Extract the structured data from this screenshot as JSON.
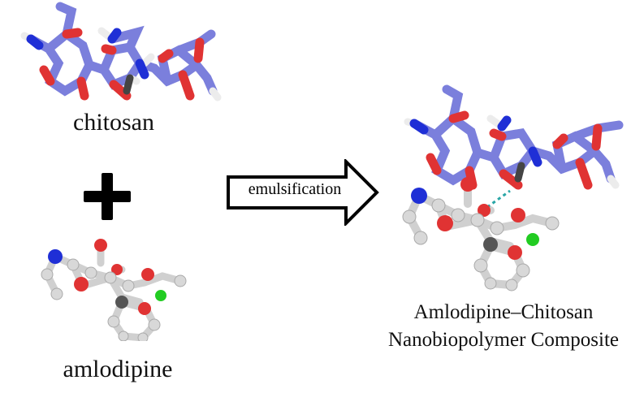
{
  "reactants": {
    "chitosan_label": "chitosan",
    "amlodipine_label": "amlodipine",
    "plus_icon": "plus-icon"
  },
  "process": {
    "arrow_label": "emulsification",
    "arrow_icon": "block-arrow-right-icon"
  },
  "product": {
    "line1": "Amlodipine–Chitosan",
    "line2": "Nanobiopolymer Composite"
  },
  "atom_colors": {
    "carbon_chitosan": "#7b7fdc",
    "carbon_amlodipine": "#d8d8d8",
    "oxygen": "#e03333",
    "nitrogen": "#1f2fd6",
    "chlorine": "#22cc22",
    "hydrogen": "#ececec",
    "hbond": "#2aa6a6"
  }
}
